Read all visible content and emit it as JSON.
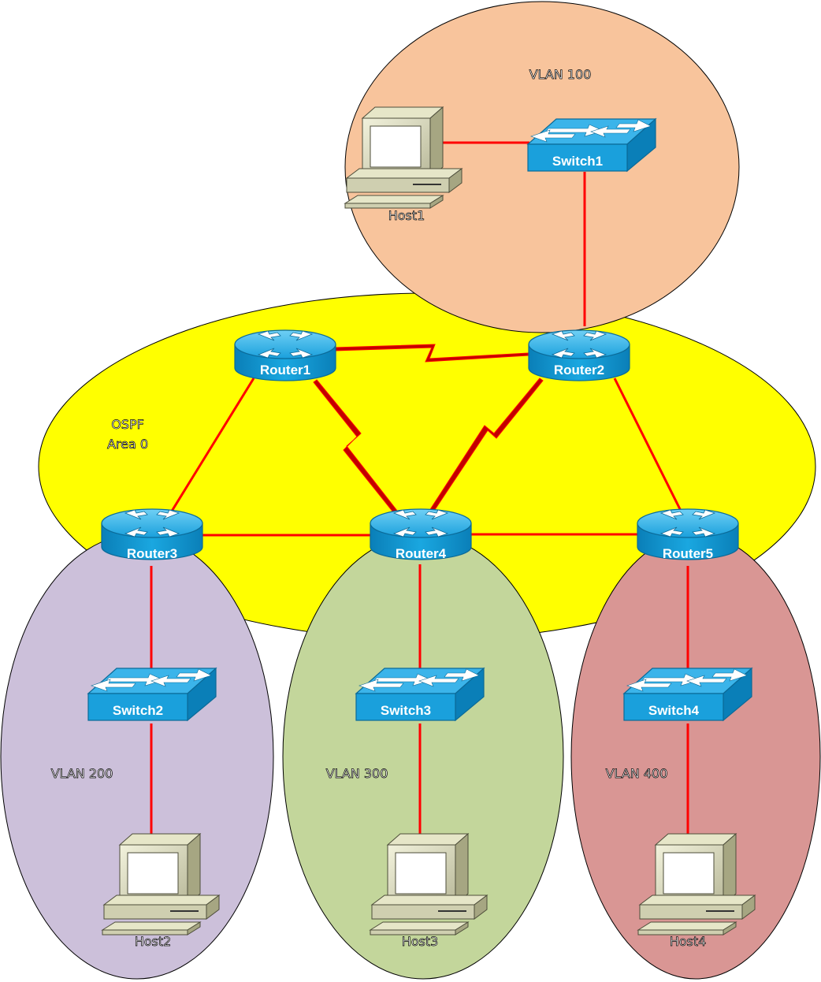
{
  "zones": {
    "vlan100": "VLAN 100",
    "vlan200": "VLAN 200",
    "vlan300": "VLAN 300",
    "vlan400": "VLAN 400",
    "ospf_line1": "OSPF",
    "ospf_line2": "Area 0"
  },
  "routers": {
    "r1": "Router1",
    "r2": "Router2",
    "r3": "Router3",
    "r4": "Router4",
    "r5": "Router5"
  },
  "switches": {
    "s1": "Switch1",
    "s2": "Switch2",
    "s3": "Switch3",
    "s4": "Switch4"
  },
  "hosts": {
    "h1": "Host1",
    "h2": "Host2",
    "h3": "Host3",
    "h4": "Host4"
  },
  "colors": {
    "vlan100": "#f8c49c",
    "ospf": "#ffff00",
    "vlan200": "#ccc0da",
    "vlan300": "#c3d69b",
    "vlan400": "#d99694",
    "link": "#ff0000",
    "serial": "#c00000",
    "device": "#1ba1e2"
  }
}
